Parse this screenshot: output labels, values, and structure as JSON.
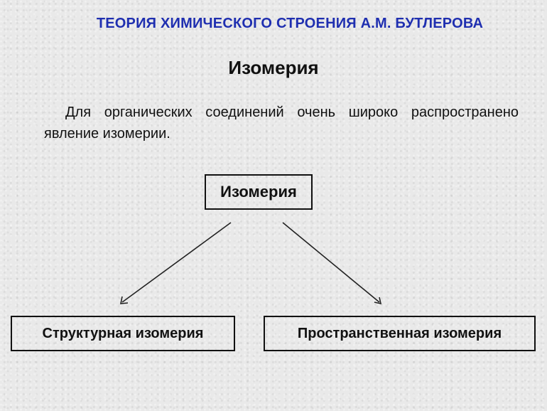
{
  "slide": {
    "title": "ТЕОРИЯ ХИМИЧЕСКОГО СТРОЕНИЯ А.М. БУТЛЕРОВА",
    "title_color": "#1f2fb0",
    "section_heading": "Изомерия",
    "intro_text": "Для органических соединений очень широко распространено явление изомерии."
  },
  "diagram": {
    "root": "Изомерия",
    "children": [
      "Структурная изомерия",
      "Пространственная изомерия"
    ]
  }
}
